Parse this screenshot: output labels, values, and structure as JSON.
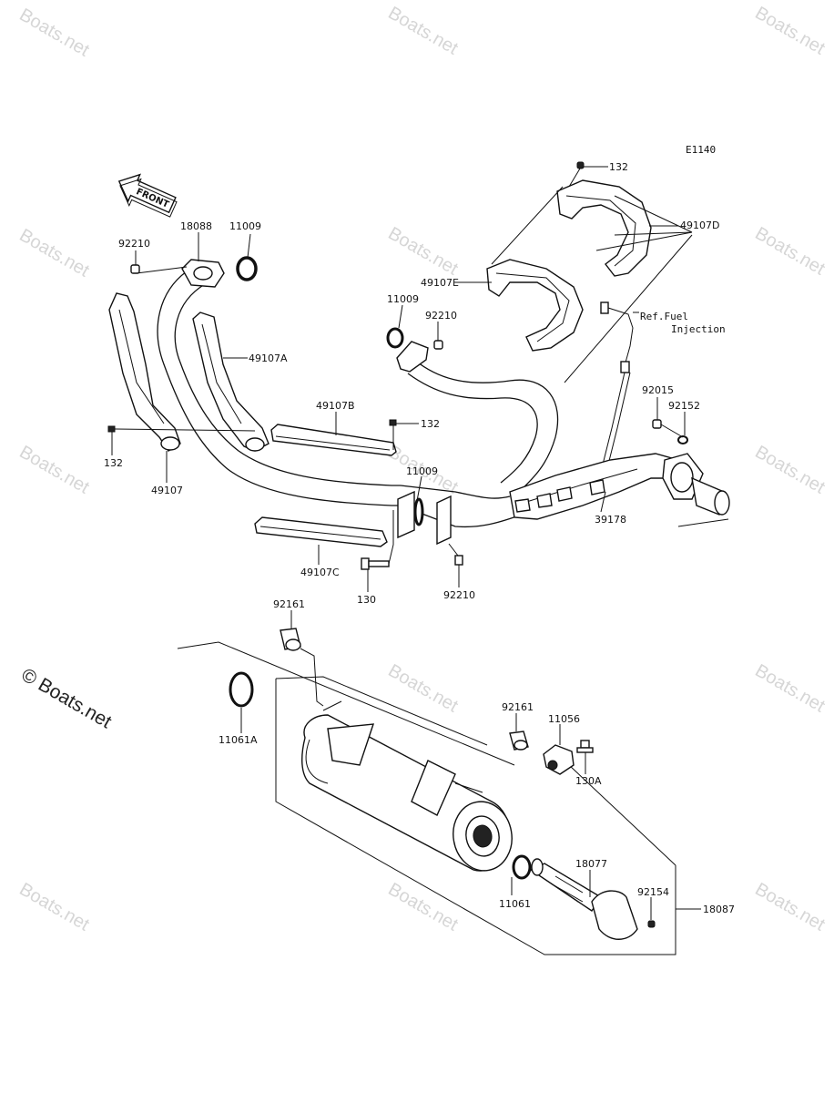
{
  "diagram": {
    "code": "E1140",
    "front_label": "FRONT",
    "ref_line1": "Ref.Fuel",
    "ref_line2": "Injection",
    "watermark": "© Boats.net",
    "watermark_small": "Boats.net",
    "parts": {
      "p132_top": "132",
      "p49107D": "49107D",
      "p49107E": "49107E",
      "p11009_mid": "11009",
      "p92210_mid": "92210",
      "p92210_left": "92210",
      "p18088": "18088",
      "p11009_left": "11009",
      "p49107A": "49107A",
      "p49107B": "49107B",
      "p132_mid": "132",
      "p132_left": "132",
      "p49107": "49107",
      "p11009_joint": "11009",
      "p92015": "92015",
      "p92152": "92152",
      "p39178": "39178",
      "p49107C": "49107C",
      "p130": "130",
      "p92210_low": "92210",
      "p92161_top": "92161",
      "p11061A": "11061A",
      "p92161_right": "92161",
      "p11056": "11056",
      "p130A": "130A",
      "p18077": "18077",
      "p92154": "92154",
      "p11061": "11061",
      "p18087": "18087"
    }
  }
}
